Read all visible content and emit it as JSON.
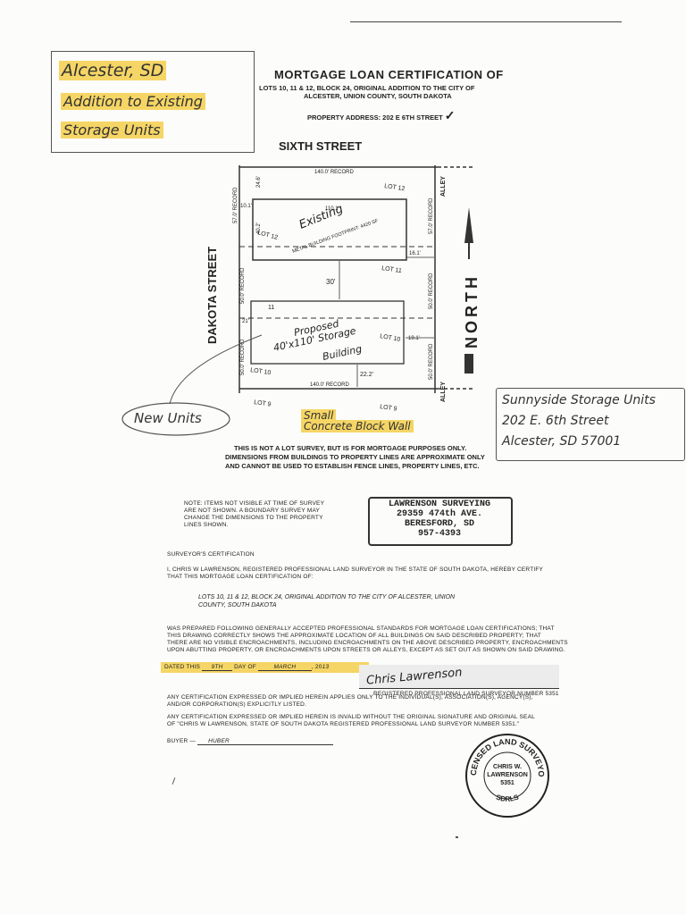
{
  "note_box": {
    "line1": "Alcester, SD",
    "line2": "Addition to Existing",
    "line3": "Storage Units",
    "highlight_color": "#f5d565"
  },
  "header": {
    "title": "MORTGAGE LOAN CERTIFICATION OF",
    "subtitle_line1": "LOTS 10, 11 & 12, BLOCK 24, ORIGINAL ADDITION TO THE CITY OF",
    "subtitle_line2": "ALCESTER, UNION COUNTY, SOUTH DAKOTA",
    "property_address": "PROPERTY ADDRESS: 202 E 6TH STREET",
    "check_mark": "✓"
  },
  "plat": {
    "street_top": "SIXTH     STREET",
    "street_left": "DAKOTA     STREET",
    "north": "NORTH",
    "alley_top": "ALLEY",
    "alley_bottom": "ALLEY",
    "record_top": "140.0' RECORD",
    "record_bottom": "140.0' RECORD",
    "record_left_top": "57.0' RECORD",
    "record_left_mid": "50.0' RECORD",
    "record_left_bot": "50.0' RECORD",
    "record_right_top": "57.0' RECORD",
    "record_right_mid": "50.0' RECORD",
    "record_right_bot": "50.0' RECORD",
    "lot_12_top": "LOT 12",
    "lot_12_left": "LOT 12",
    "lot_11_right": "LOT 11",
    "lot_11_left": "11",
    "lot_10_left": "LOT 10",
    "lot_10_right": "LOT 10",
    "lot_9_left": "LOT 9",
    "lot_9_right": "LOT 9",
    "dim_24_6": "24.6'",
    "dim_110_1": "110.1'",
    "dim_10_1": "10.1'",
    "dim_40_2": "40.2'",
    "dim_16_1": "16.1'",
    "dim_30": "30'",
    "dim_21": "21'",
    "dim_19_1": "19.1'",
    "dim_22_2": "22.2'",
    "existing_label": "Existing",
    "existing_printed": "METAL BUILDING FOOTPRINT: 4420 SF",
    "proposed_line1": "Proposed",
    "proposed_line2": "40'x110' Storage",
    "proposed_line3": "Building"
  },
  "new_units_label": "New Units",
  "wall_label_line1": "Small",
  "wall_label_line2": "Concrete Block Wall",
  "address_box": {
    "line1": "Sunnyside Storage Units",
    "line2": "202 E. 6th Street",
    "line3": "Alcester, SD 57001"
  },
  "disclaimer": {
    "line1": "THIS IS NOT A LOT SURVEY, BUT IS FOR MORTGAGE PURPOSES ONLY.",
    "line2": "DIMENSIONS FROM BUILDINGS TO PROPERTY LINES ARE APPROXIMATE ONLY",
    "line3": "AND CANNOT BE USED TO ESTABLISH FENCE LINES, PROPERTY LINES, ETC."
  },
  "note": {
    "line1": "NOTE: ITEMS NOT VISIBLE AT TIME OF SURVEY",
    "line2": "ARE NOT SHOWN. A BOUNDARY SURVEY MAY",
    "line3": "CHANGE THE DIMENSIONS TO THE PROPERTY",
    "line4": "LINES SHOWN."
  },
  "surveyor_box": {
    "name": "LAWRENSON SURVEYING",
    "street": "29359 474th AVE.",
    "city": "BERESFORD, SD",
    "phone": "957-4393"
  },
  "certification": {
    "heading": "SURVEYOR'S CERTIFICATION",
    "para1_line1": "I, CHRIS W LAWRENSON, REGISTERED PROFESSIONAL LAND SURVEYOR IN THE STATE OF SOUTH DAKOTA, HEREBY CERTIFY",
    "para1_line2": "THAT THIS MORTGAGE LOAN CERTIFICATION OF:",
    "lots_line1": "LOTS 10, 11 & 12, BLOCK 24, ORIGINAL ADDITION TO THE CITY OF ALCESTER, UNION",
    "lots_line2": "COUNTY, SOUTH DAKOTA",
    "para2_line1": "WAS PREPARED FOLLOWING GENERALLY ACCEPTED PROFESSIONAL STANDARDS FOR MORTGAGE LOAN CERTIFICATIONS; THAT",
    "para2_line2": "THIS DRAWING CORRECTLY SHOWS THE APPROXIMATE LOCATION OF ALL BUILDINGS ON SAID DESCRIBED PROPERTY; THAT",
    "para2_line3": "THERE ARE NO VISIBLE ENCROACHMENTS, INCLUDING ENCROACHMENTS ON THE ABOVE DESCRIBED PROPERTY, ENCROACHMENTS",
    "para2_line4": "UPON ABUTTING PROPERTY, OR ENCROACHMENTS UPON STREETS OR ALLEYS, EXCEPT AS SET OUT AS SHOWN ON SAID DRAWING.",
    "dated_label": "DATED THIS",
    "dated_day": "9th",
    "day_of_label": "DAY OF",
    "dated_month": "MARCH",
    "year_prefix": ", 20",
    "year_suffix": "13",
    "signature": "Chris Lawrenson",
    "reg_line": "REGISTERED PROFESSIONAL LAND SURVEYOR NUMBER 5351",
    "para3_line1": "ANY CERTIFICATION EXPRESSED OR IMPLIED HEREIN APPLIES ONLY TO THE INDIVIDUAL(S), ASSOCIATION(S), AGENCY(S),",
    "para3_line2": "AND/OR CORPORATION(S) EXPLICITLY LISTED.",
    "para4_line1": "ANY CERTIFICATION EXPRESSED OR IMPLIED HEREIN IS INVALID WITHOUT THE ORIGINAL SIGNATURE AND ORIGINAL SEAL",
    "para4_line2": "OF \"CHRIS W LAWRENSON, STATE OF SOUTH DAKOTA REGISTERED PROFESSIONAL LAND SURVEYOR NUMBER 5351.\"",
    "buyer_label": "BUYER —",
    "buyer_value": "HUBER"
  },
  "seal": {
    "ring_top": "LICENSED LAND SURVEYOR",
    "ring_bottom": "SDRLS",
    "name1": "CHRIS W.",
    "name2": "LAWRENSON",
    "number": "5351"
  }
}
